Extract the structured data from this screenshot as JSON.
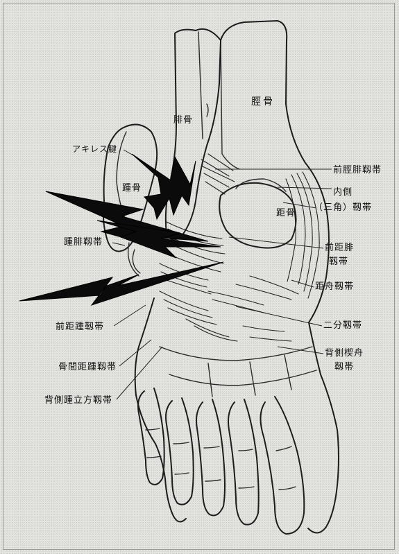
{
  "labels": {
    "tibia": "脛骨",
    "fibula": "腓骨",
    "achilles_tendon": "アキレス腱",
    "calcaneus": "踵骨",
    "talus": "距骨",
    "anterior_tibiofibular_ligament": "前脛腓靱帯",
    "medial_ligament_line1": "内側",
    "medial_ligament_line2": "（三角）靱帯",
    "calcaneofibular_ligament": "踵腓靱帯",
    "anterior_talofibular_ligament_line1": "前距腓",
    "anterior_talofibular_ligament_line2": "靱帯",
    "talonavicular_ligament": "距舟靱帯",
    "anterior_talocalcaneal_ligament": "前距踵靱帯",
    "bifurcate_ligament": "二分靱帯",
    "dorsal_cuneonavicular_ligament_line1": "背側楔舟",
    "dorsal_cuneonavicular_ligament_line2": "靱帯",
    "interosseous_talocalcaneal_ligament": "骨間距踵靱帯",
    "dorsal_calcaneocuboid_ligament": "背側踵立方靱帯"
  },
  "colors": {
    "ink": "#111111",
    "paper": "#e4e4e0",
    "bolt": "#0b0b0b"
  },
  "icons": [
    "lightning-bolt-icon"
  ]
}
